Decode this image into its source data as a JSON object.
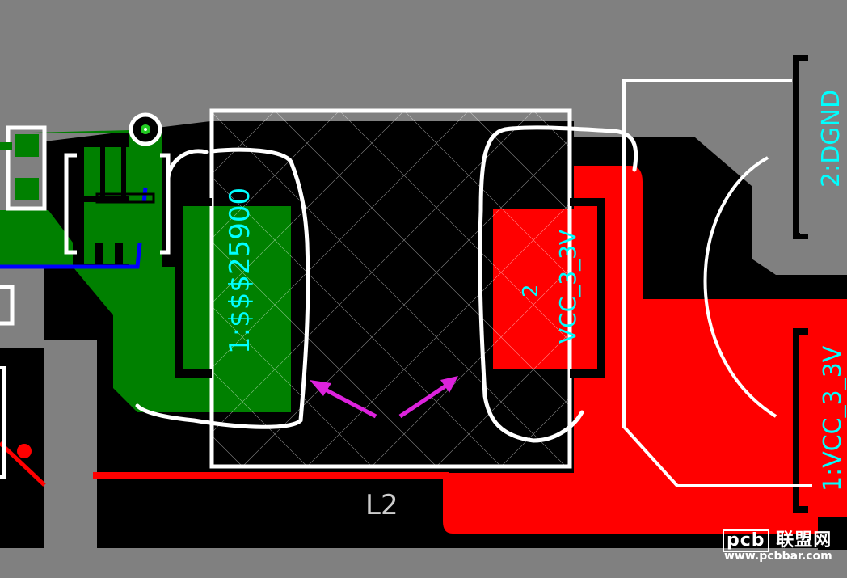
{
  "board": {
    "colors": {
      "background": "#808080",
      "board": "#000000",
      "top_copper_red": "#ff0000",
      "bottom_copper_green": "#008000",
      "silkscreen": "#ffffff",
      "pad_text": "#00ffff",
      "annotation_arrow": "#dd22dd",
      "blue_trace": "#0000ff"
    }
  },
  "component_l2": {
    "designator": "L2",
    "pad1_label": "1:$$$25900",
    "pad2_number": "2",
    "pad2_net": "VCC_3_3V"
  },
  "connector": {
    "pin2_label": "2:DGND",
    "pin1_label": "1:VCC_3_3V"
  },
  "watermark": {
    "logo_text": "pcb",
    "logo_suffix": "联盟网",
    "url": "www.pcbbar.com"
  }
}
